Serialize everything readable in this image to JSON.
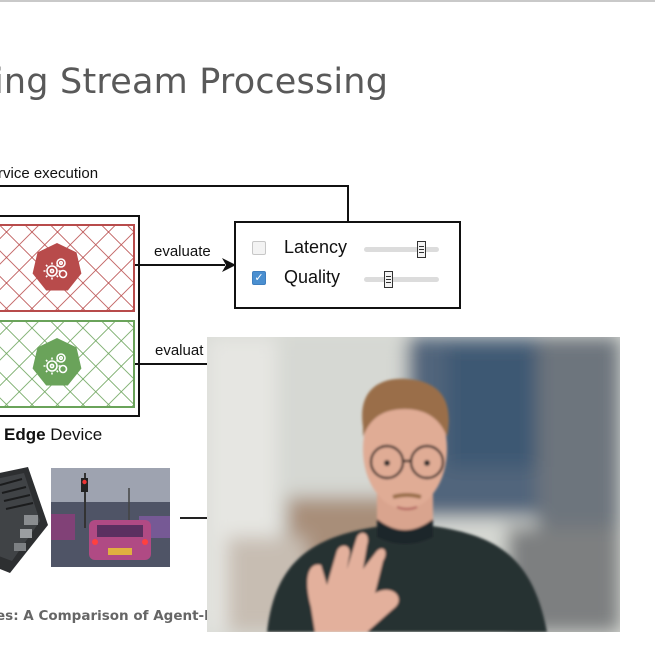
{
  "slide": {
    "title": "ing Stream Processing",
    "feedback_label": "rvice execution",
    "edge_label_bold": "Edge",
    "edge_label_rest": " Device",
    "evaluate_top": "evaluate",
    "evaluate_bottom": "evaluat",
    "footer": "es: A Comparison of Agent-base"
  },
  "qos_panel": {
    "rows": [
      {
        "label": "Latency",
        "checked": false,
        "slider_value": 0.78
      },
      {
        "label": "Quality",
        "checked": true,
        "slider_value": 0.32
      }
    ]
  },
  "icons": [
    "service-gear-icon",
    "checkmark-icon"
  ],
  "colors": {
    "title_gray": "#595959",
    "red_service": "#b84b4b",
    "green_service": "#6aa35a",
    "checkbox_blue": "#4a8fd0"
  }
}
